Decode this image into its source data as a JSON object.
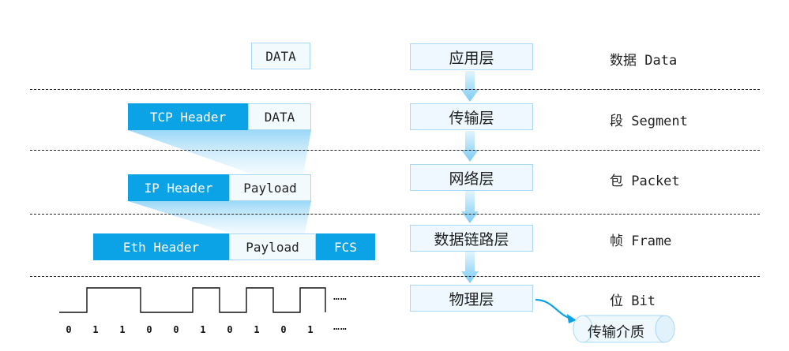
{
  "units": {
    "data": "数据 Data",
    "segment": "段 Segment",
    "packet": "包 Packet",
    "frame": "帧 Frame",
    "bit": "位 Bit"
  },
  "layers": {
    "application": "应用层",
    "transport": "传输层",
    "network": "网络层",
    "datalink": "数据链路层",
    "physical": "物理层"
  },
  "encapsulation": {
    "app_data": "DATA",
    "tcp_header": "TCP Header",
    "tcp_data": "DATA",
    "ip_header": "IP Header",
    "ip_payload": "Payload",
    "eth_header": "Eth Header",
    "eth_payload": "Payload",
    "fcs": "FCS"
  },
  "bits": [
    "0",
    "1",
    "1",
    "0",
    "0",
    "1",
    "0",
    "1",
    "0",
    "1"
  ],
  "ellipsis": "……",
  "medium": "传输介质",
  "colors": {
    "header_blue": "#0ba2e6",
    "light_box_border": "#a8d8f4",
    "arrow_blue": "#8fd3f7"
  }
}
